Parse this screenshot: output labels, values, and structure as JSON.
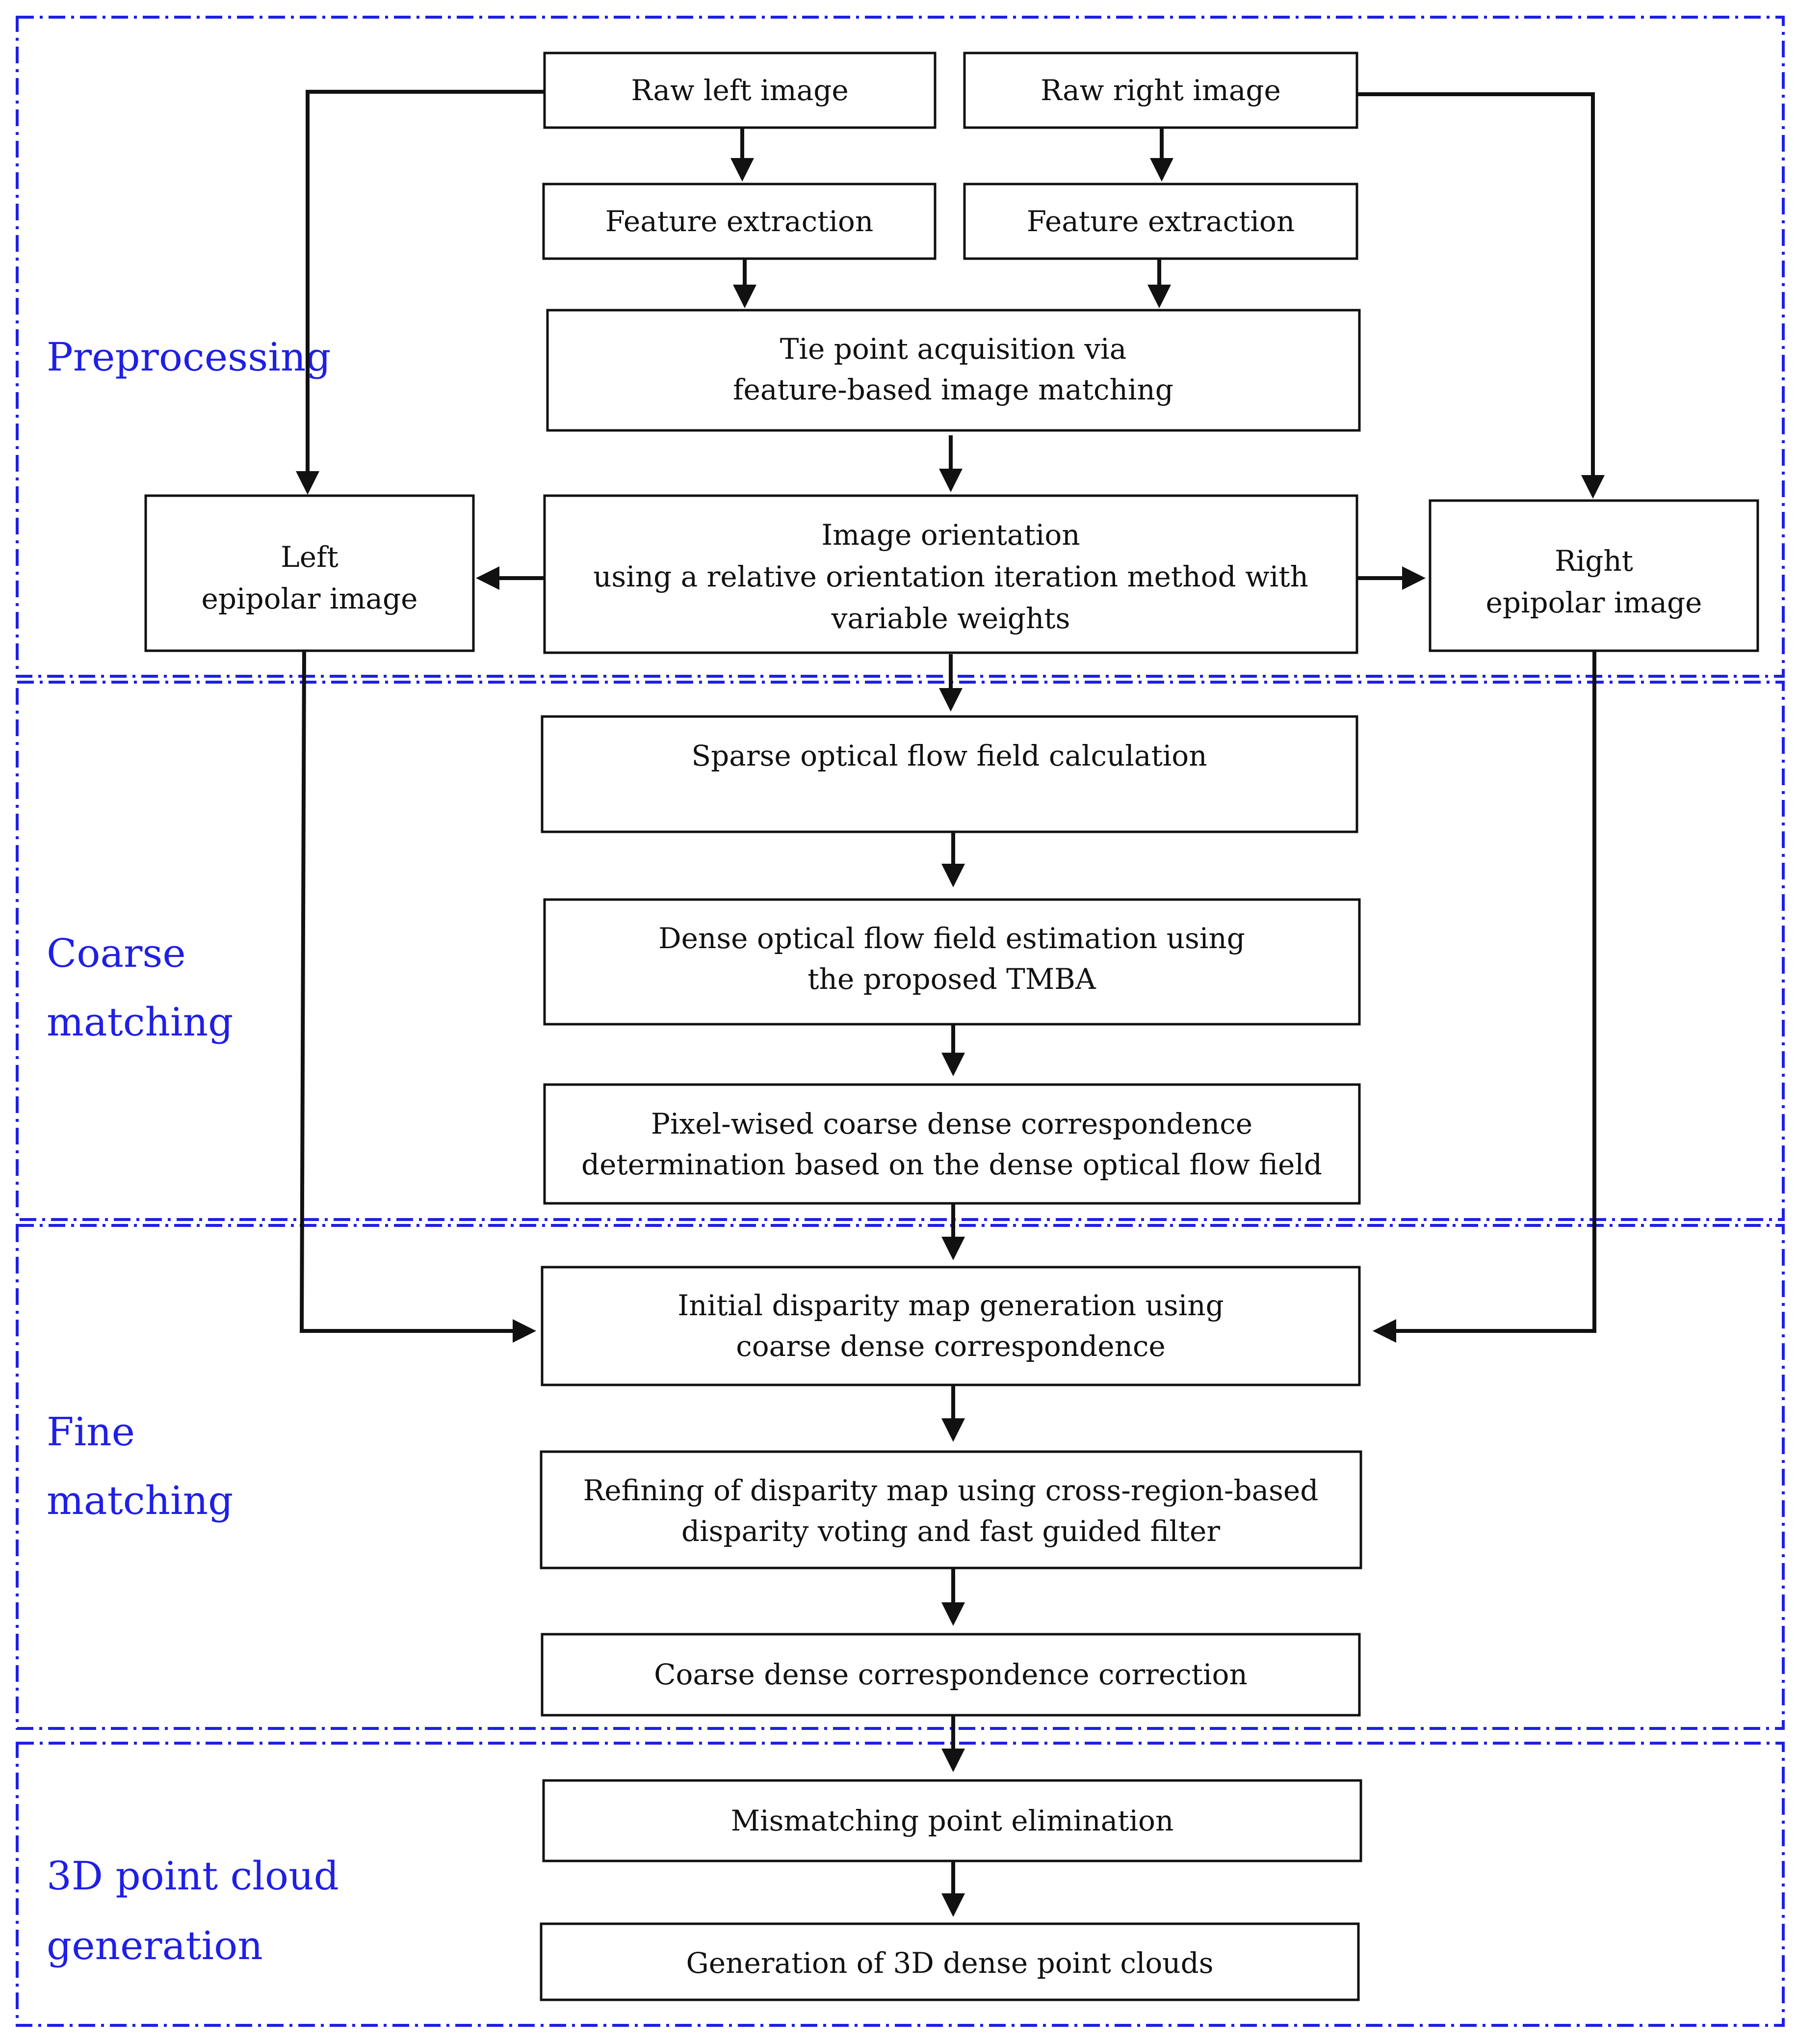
{
  "colors": {
    "section_border": "#1f1fe6",
    "section_label": "#1f1fe6",
    "box_stroke": "#111111",
    "arrow": "#111111"
  },
  "sections": {
    "preprocessing": "Preprocessing",
    "coarse_line1": "Coarse",
    "coarse_line2": "matching",
    "fine_line1": "Fine",
    "fine_line2": "matching",
    "pc_line1": "3D point cloud",
    "pc_line2": "generation"
  },
  "nodes": {
    "raw_left": "Raw left image",
    "raw_right": "Raw right image",
    "feat_left": "Feature extraction",
    "feat_right": "Feature extraction",
    "tie_1": "Tie point acquisition via",
    "tie_2": "feature-based image matching",
    "orient_1": "Image orientation",
    "orient_2": "using a relative orientation iteration method with",
    "orient_3": "variable weights",
    "left_epi_1": "Left",
    "left_epi_2": "epipolar image",
    "right_epi_1": "Right",
    "right_epi_2": "epipolar image",
    "sparse": "Sparse optical flow field calculation",
    "dense_1": "Dense optical flow field estimation using",
    "dense_2": "the proposed TMBA",
    "pixel_1": "Pixel-wised coarse dense correspondence",
    "pixel_2": "determination based on the dense optical flow field",
    "initial_1": "Initial disparity map generation using",
    "initial_2": "coarse dense correspondence",
    "refine_1": "Refining of disparity map using cross-region-based",
    "refine_2": "disparity voting and fast guided filter",
    "correction": "Coarse dense correspondence correction",
    "mismatch": "Mismatching point elimination",
    "generation": "Generation of 3D dense point clouds"
  }
}
